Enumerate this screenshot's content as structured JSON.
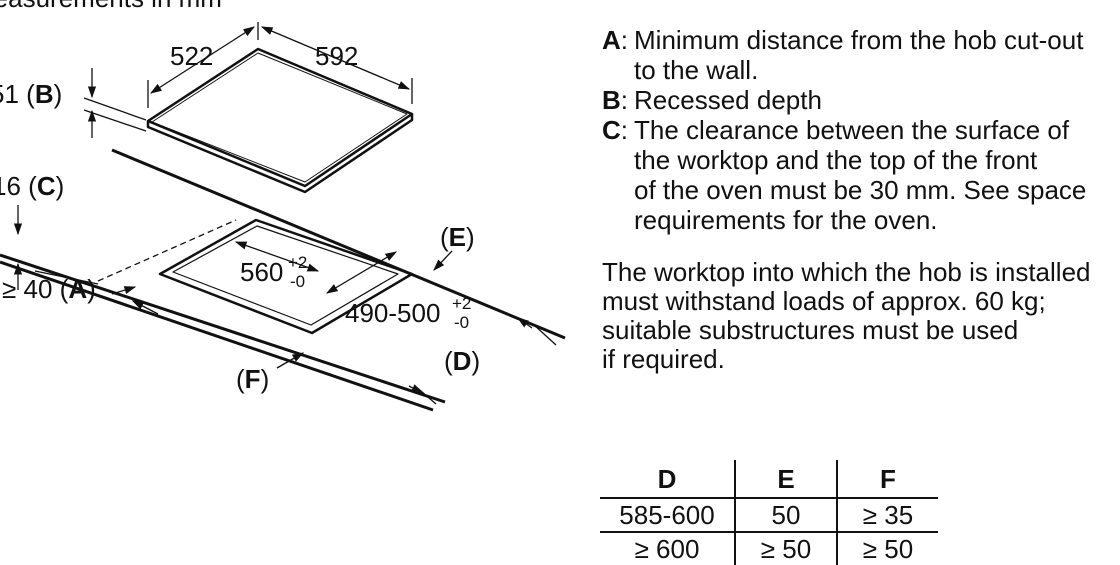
{
  "header": {
    "caption": "Measurements in mm"
  },
  "hob_dimensions": {
    "depth": "522",
    "width": "592",
    "recess": "51",
    "recess_ref": "B"
  },
  "cutout_dimensions": {
    "width_base": "560",
    "width_tol_plus": "+2",
    "width_tol_minus": "-0",
    "depth_base": "490-500",
    "depth_tol_plus": "+2",
    "depth_tol_minus": "-0",
    "clearance_c": "16",
    "clearance_c_ref": "C",
    "distance_a": "≥ 40",
    "distance_a_ref": "A"
  },
  "worktop_refs": {
    "d": "D",
    "e": "E",
    "f": "F"
  },
  "legend": [
    {
      "key": "A",
      "text": "Minimum distance from the hob cut-out\nto the wall."
    },
    {
      "key": "B",
      "text": "Recessed depth"
    },
    {
      "key": "C",
      "text": "The clearance between the surface of\nthe worktop and the top of the front\nof the oven must be 30 mm. See space\nrequirements for the oven."
    }
  ],
  "note": "The worktop into which the hob is installed\nmust withstand loads of approx. 60 kg;\nsuitable substructures must be used\nif required.",
  "table": {
    "headers": [
      "D",
      "E",
      "F"
    ],
    "rows": [
      [
        "585-600",
        "50",
        "≥ 35"
      ],
      [
        "≥ 600",
        "≥ 50",
        "≥ 50"
      ]
    ]
  }
}
